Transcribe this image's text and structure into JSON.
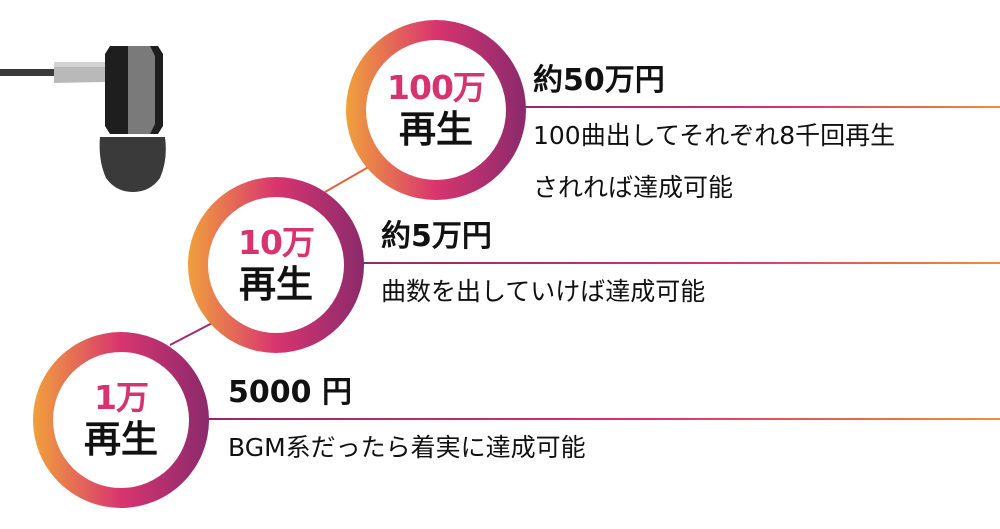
{
  "diagram": {
    "colors": {
      "orange": "#f0a03c",
      "pink": "#d6336f",
      "purple": "#8a2a6c",
      "text": "#111111"
    },
    "illustration": "earphone-icon",
    "tiers": [
      {
        "count": "100万",
        "play": "再生",
        "amount": "約50万円",
        "description_lines": [
          "100曲出してそれぞれ8千回再生",
          "されれば達成可能"
        ]
      },
      {
        "count": "10万",
        "play": "再生",
        "amount": "約5万円",
        "description_lines": [
          "曲数を出していけば達成可能"
        ]
      },
      {
        "count": "1万",
        "play": "再生",
        "amount": "5000 円",
        "description_lines": [
          "BGM系だったら着実に達成可能"
        ]
      }
    ]
  }
}
